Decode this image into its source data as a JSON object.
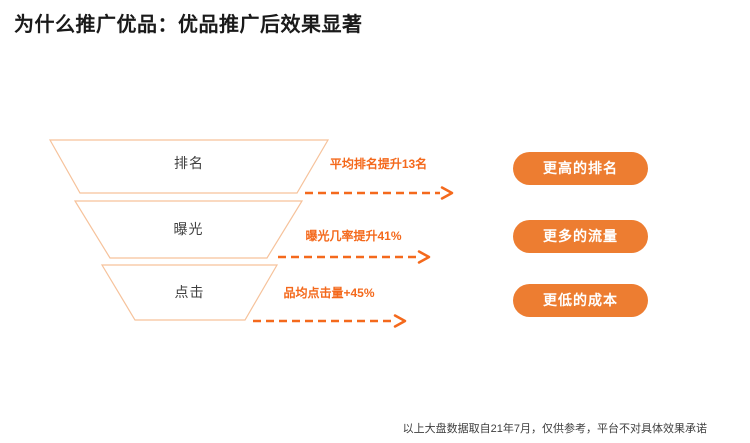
{
  "slide": {
    "title": "为什么推广优品：优品推广后效果显著",
    "footnote": "以上大盘数据取自21年7月，仅供参考，平台不对具体效果承诺"
  },
  "funnel": {
    "stages": [
      {
        "label": "排名",
        "metric": "平均排名提升13名",
        "benefit": "更高的排名"
      },
      {
        "label": "曝光",
        "metric": "曝光几率提升41%",
        "benefit": "更多的流量"
      },
      {
        "label": "点击",
        "metric": "品均点击量+45%",
        "benefit": "更低的成本"
      }
    ]
  },
  "colors": {
    "accent_orange": "#F4691C",
    "badge_orange": "#ED7D31",
    "funnel_outline": "#F6C29B",
    "title_black": "#1A1A1A",
    "stage_text": "#404040",
    "footnote_gray": "#3F3F3F",
    "background": "#FFFFFF"
  }
}
